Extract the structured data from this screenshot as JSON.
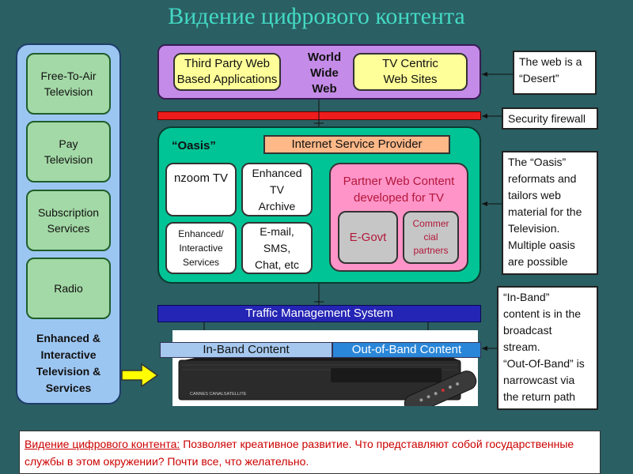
{
  "title": "Видение цифрового контента",
  "sidebar": {
    "items": [
      "Free-To-Air\nTelevision",
      "Pay\nTelevision",
      "Subscription\nServices",
      "Radio"
    ],
    "footer": "Enhanced &\nInteractive\nTelevision &\nServices"
  },
  "www": {
    "left": "Third Party Web\nBased Applications",
    "center": "World\nWide\nWeb",
    "right": "TV Centric\nWeb Sites"
  },
  "callouts": {
    "web_desert": "The web is a\n“Desert”",
    "firewall": "Security firewall",
    "oasis": "The “Oasis”\nreformats and\ntailors web\nmaterial for the\nTelevision.\nMultiple oasis\nare possible",
    "inband": "“In-Band”\ncontent is in the\nbroadcast\nstream.\n“Out-Of-Band” is\nnarrowcast via\nthe return path"
  },
  "oasis": {
    "label": "“Oasis”",
    "isp": "Internet Service Provider",
    "nzoom": "nzoom TV",
    "archive": "Enhanced\nTV\nArchive",
    "interactive": "Enhanced/\nInteractive\nServices",
    "email": "E-mail,\nSMS,\nChat, etc",
    "partner_title": "Partner Web Content\ndeveloped for TV",
    "egovt": "E-Govt",
    "commercial": "Commer\ncial\npartners"
  },
  "traffic": "Traffic Management System",
  "bands": {
    "in": "In-Band Content",
    "out": "Out-of-Band Content"
  },
  "device_brand": "CANNES  CANALSATELLITE",
  "footer": {
    "lead": "Видение цифрового контента:",
    "text": " Позволяет креативное развитие. Что представляют собой государственные службы в этом окружении? Почти все, что желательно."
  },
  "colors": {
    "firewall": "#ee1c1c",
    "traffic": "#2525b5",
    "oasis": "#00c495",
    "www": "#c58be8",
    "title": "#43d9c4"
  }
}
